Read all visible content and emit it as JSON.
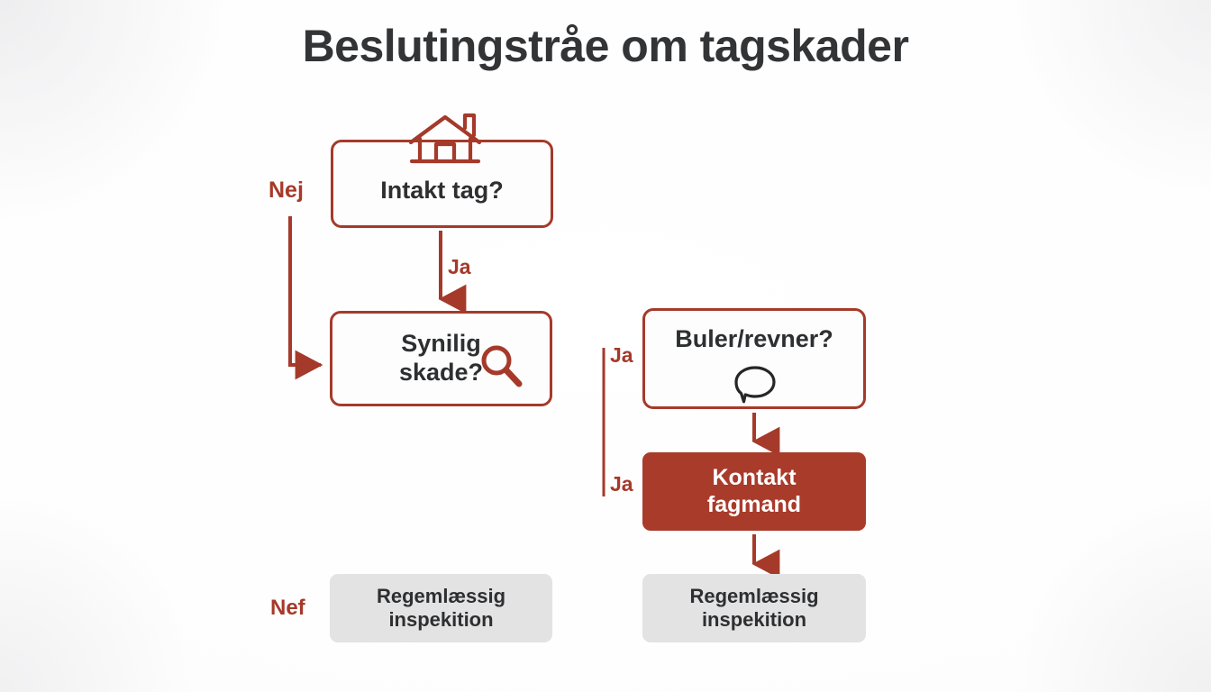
{
  "page": {
    "title": "Beslutingstråe om tagskader",
    "background_color": "#fcfcfc",
    "accent_color": "#a93b2b",
    "outline_color": "#a53a2a",
    "text_color": "#2e2f31",
    "gray_box_color": "#e3e3e4"
  },
  "nodes": [
    {
      "id": "intakt-tag",
      "label": "Intakt tag?",
      "style": "outline",
      "icon": "house-icon"
    },
    {
      "id": "synlig-skade",
      "label": "Synilig skade?",
      "label_line1": "Synilig",
      "label_line2": "skade?",
      "style": "outline",
      "icon": "magnifier-icon"
    },
    {
      "id": "buler-revner",
      "label": "Buler/revner?",
      "style": "outline",
      "icon": "speech-bubble-icon"
    },
    {
      "id": "kontakt-fagmand",
      "label": "Kontakt fagmand",
      "label_line1": "Kontakt",
      "label_line2": "fagmand",
      "style": "filled"
    },
    {
      "id": "inspektion-left",
      "label": "Regemlæssig inspekition",
      "label_line1": "Regemlæssig",
      "label_line2": "inspekition",
      "style": "gray"
    },
    {
      "id": "inspektion-right",
      "label": "Regemlæssig inspekition",
      "label_line1": "Regemlæssig",
      "label_line2": "inspekition",
      "style": "gray"
    }
  ],
  "edge_labels": {
    "nej_top": "Nej",
    "ja_middle": "Ja",
    "ja_right_top": "Ja",
    "ja_right_bottom": "Ja",
    "nef_bottom": "Nef"
  },
  "icons": {
    "house": "house-icon",
    "magnifier": "magnifier-icon",
    "speech_bubble": "speech-bubble-icon"
  }
}
